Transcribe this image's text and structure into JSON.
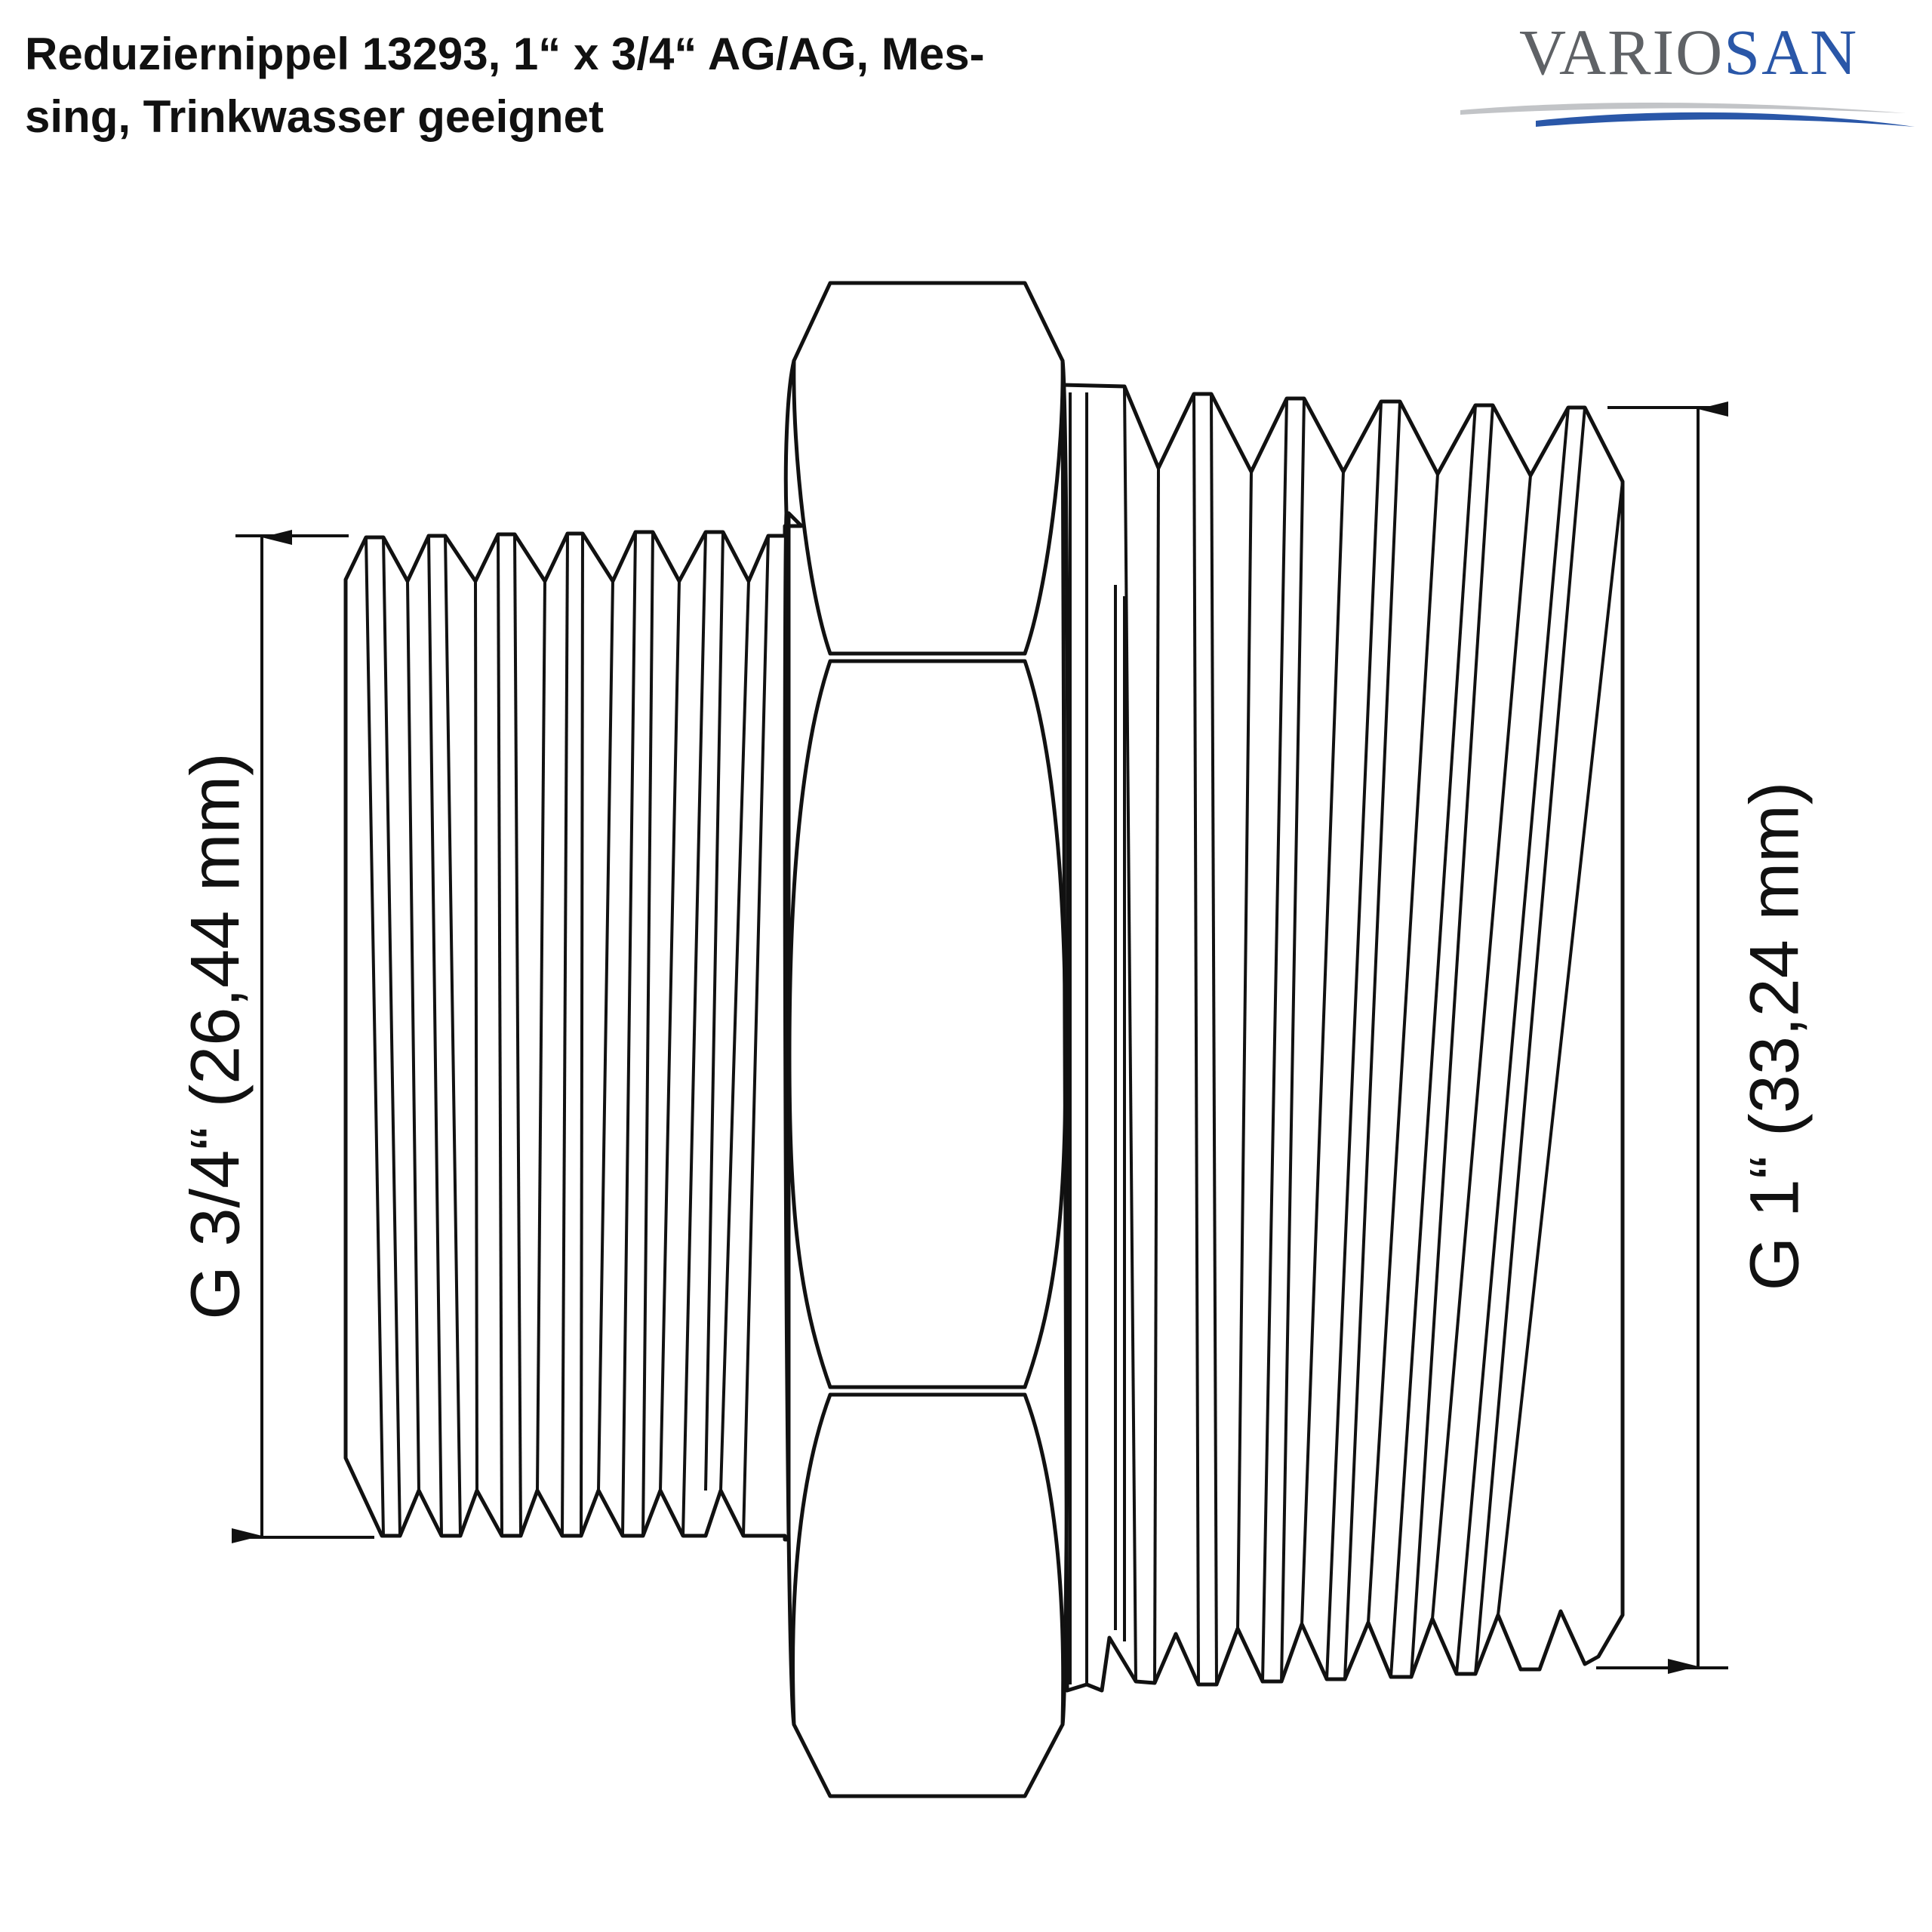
{
  "title": {
    "line1": "Reduziernippel 13293, 1“ x 3/4“ AG/AG, Mes-",
    "line2": "sing, Trinkwasser geeignet"
  },
  "logo": {
    "text_part1": "VARIO",
    "text_part2": "SAN",
    "color_gray": "#5f6266",
    "color_blue": "#2a57a8",
    "swoosh_gray": "#c2c4c7"
  },
  "dimensions": {
    "left": "G 3/4“ (26,44 mm)",
    "right": "G 1“ (33,24 mm)"
  }
}
